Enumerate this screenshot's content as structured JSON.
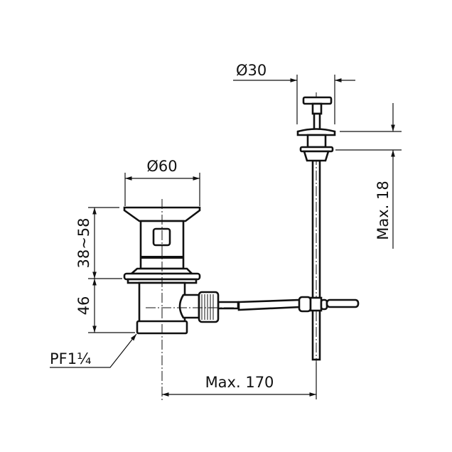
{
  "drawing": {
    "title": "Pop-up waste drain dimension drawing",
    "dimensions": {
      "pushrod_head_diameter": "Ø30",
      "pushrod_height": "Max. 18",
      "flange_diameter": "Ø60",
      "upper_height": "38~58",
      "lower_height": "46",
      "thread": "PF1¼",
      "horizontal_reach": "Max. 170"
    },
    "colors": {
      "line": "#111111",
      "background": "#ffffff"
    }
  }
}
